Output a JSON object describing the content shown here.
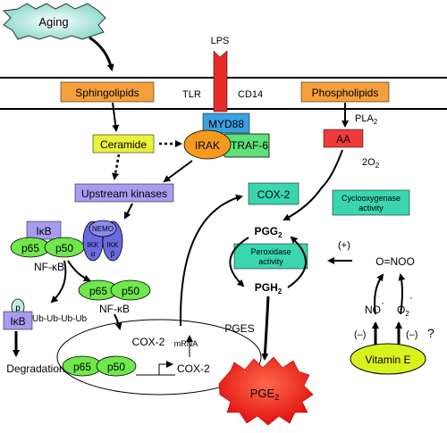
{
  "nodes": {
    "aging": "Aging",
    "lps": "LPS",
    "tlr": "TLR",
    "cd14": "CD14",
    "sphingolipids": "Sphingolipids",
    "phospholipids": "Phospholipids",
    "myd88": "MYD88",
    "irak": "IRAK",
    "traf6": "TRAF-6",
    "ceramide": "Ceramide",
    "pla2": "PLA",
    "pla2_sub": "2",
    "aa": "AA",
    "o2": "2O",
    "o2_sub": "2",
    "upstream_kinases": "Upstream kinases",
    "cox2_box": "COX-2",
    "cyclooxygenase": "Cyclooxygenase",
    "cyclooxygenase_2": "activity",
    "ikb": "IκB",
    "p65": "p65",
    "p50": "p50",
    "nfkb": "NF-κB",
    "nemo": "NEMO",
    "ikk": "IKK",
    "alpha": "α",
    "beta": "β",
    "pgg": "PGG",
    "pgg_sub": "2",
    "peroxidase": "Peroxidase",
    "peroxidase_2": "activity",
    "pgh": "PGH",
    "pgh_sub": "2",
    "plus": "(+)",
    "onoo": "O=NOO",
    "no": "NO",
    "o2radical": "O",
    "o2radical_sub": "2",
    "p_label": "p",
    "ub_chain": "Ub-Ub-Ub-Ub",
    "nfkb2": "NF-κB",
    "cox2_mrna_a": "COX-2",
    "cox2_mrna_b": "mRNA",
    "pges": "PGES",
    "degradation": "Degradation",
    "cox2_gene": "COX-2",
    "pge": "PGE",
    "pge_sub": "2",
    "minus1": "(–)",
    "minus2": "(–)",
    "question": "?",
    "vitamin_e": "Vitamin E"
  },
  "colors": {
    "aging_fill": "#bfeee6",
    "lipid_box": "#f5a03c",
    "myd88": "#3aa0e0",
    "irak": "#f59a1e",
    "traf6": "#5fe07a",
    "ceramide": "#e8f23a",
    "aa": "#f03a3a",
    "kinases": "#a99cf0",
    "cox2": "#3ad6b0",
    "p_green": "#6ee84a",
    "ikb": "#a99cf0",
    "nemo": "#6a6ae0",
    "vitamin_e": "#d8f21e",
    "pge": "#f02020",
    "lps": "#e82a2a"
  }
}
